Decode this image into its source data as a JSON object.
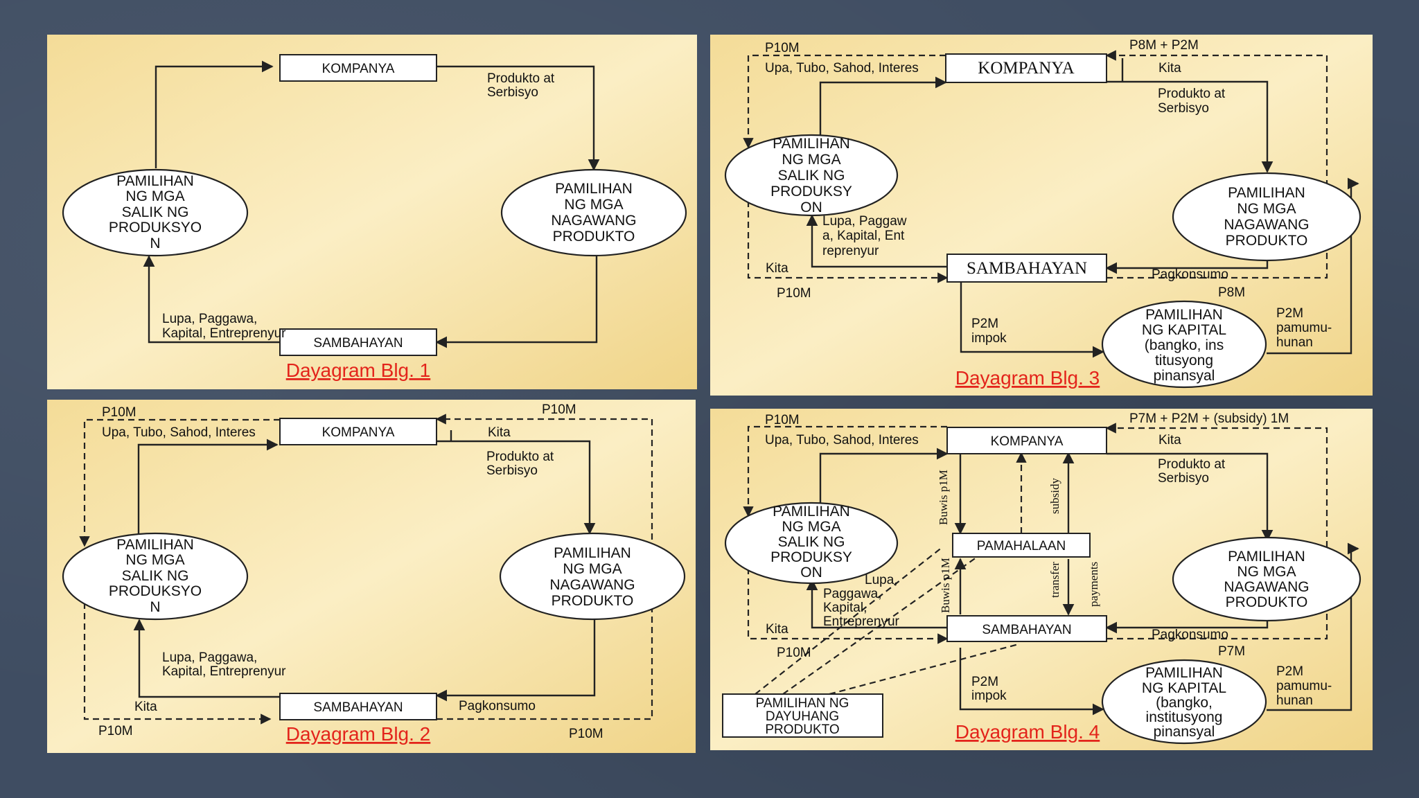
{
  "diagrams": [
    {
      "title": "Dayagram Blg. 1",
      "company": "KOMPANYA",
      "household": "SAMBAHAYAN",
      "factor_market": [
        "PAMILIHAN",
        "NG MGA",
        "SALIK NG",
        "PRODUKSYO",
        "N"
      ],
      "product_market": [
        "PAMILIHAN",
        "NG MGA",
        "NAGAWANG",
        "PRODUKTO"
      ],
      "goods_label": [
        "Produkto at",
        "Serbisyo"
      ],
      "factors_label": [
        "Lupa, Paggawa,",
        "Kapital, Entreprenyur"
      ]
    },
    {
      "title": "Dayagram Blg. 2",
      "company": "KOMPANYA",
      "household": "SAMBAHAYAN",
      "factor_market": [
        "PAMILIHAN",
        "NG MGA",
        "SALIK NG",
        "PRODUKSYO",
        "N"
      ],
      "product_market": [
        "PAMILIHAN",
        "NG MGA",
        "NAGAWANG",
        "PRODUKTO"
      ],
      "goods_label": [
        "Produkto at",
        "Serbisyo"
      ],
      "factors_label": [
        "Lupa, Paggawa,",
        "Kapital, Entreprenyur"
      ],
      "income_firm_label": "Upa, Tubo, Sahod, Interes",
      "kita_top": "Kita",
      "kita_bottom": "Kita",
      "consumption_label": "Pagkonsumo",
      "p_top_left": "P10M",
      "p_top_right": "P10M",
      "p_bottom_left": "P10M",
      "p_bottom_right": "P10M"
    },
    {
      "title": "Dayagram Blg. 3",
      "company": "KOMPANYA",
      "household": "SAMBAHAYAN",
      "factor_market": [
        "PAMILIHAN",
        "NG MGA",
        "SALIK NG",
        "PRODUKSY",
        "ON"
      ],
      "product_market": [
        "PAMILIHAN",
        "NG MGA",
        "NAGAWANG",
        "PRODUKTO"
      ],
      "capital_market": [
        "PAMILIHAN",
        "NG KAPITAL",
        "(bangko, ins",
        "titusyong",
        "pinansyal"
      ],
      "goods_label": [
        "Produkto at",
        "Serbisyo"
      ],
      "factors_label": [
        "Lupa, Paggaw",
        "a, Kapital, Ent",
        "reprenyur"
      ],
      "income_firm_label": "Upa, Tubo, Sahod, Interes",
      "kita_top": "Kita",
      "kita_bottom": "Kita",
      "consumption_label": "Pagkonsumo",
      "p_top_left": "P10M",
      "p_top_right": "P8M + P2M",
      "p_bottom_left": "P10M",
      "p_bottom_right": "P8M",
      "savings_label": [
        "P2M",
        "impok"
      ],
      "investment_label": [
        "P2M",
        "pamumu-",
        "hunan"
      ]
    },
    {
      "title": "Dayagram Blg. 4",
      "company": "KOMPANYA",
      "household": "SAMBAHAYAN",
      "government": "PAMAHALAAN",
      "factor_market": [
        "PAMILIHAN",
        "NG MGA",
        "SALIK NG",
        "PRODUKSY",
        "ON"
      ],
      "product_market": [
        "PAMILIHAN",
        "NG MGA",
        "NAGAWANG",
        "PRODUKTO"
      ],
      "capital_market": [
        "PAMILIHAN",
        "NG KAPITAL",
        "(bangko,",
        "institusyong",
        "pinansyal"
      ],
      "foreign_market": [
        "PAMILIHAN NG",
        "DAYUHANG",
        "PRODUKTO"
      ],
      "goods_label": [
        "Produkto at",
        "Serbisyo"
      ],
      "factors_label": [
        "Lupa,",
        "Paggawa,",
        "Kapital,",
        "Entreprenyur"
      ],
      "income_firm_label": "Upa, Tubo, Sahod, Interes",
      "kita_top": "Kita",
      "kita_bottom": "Kita",
      "consumption_label": "Pagkonsumo",
      "p_top_left": "P10M",
      "p_top_right": "P7M + P2M + (subsidy) 1M",
      "p_bottom_left": "P10M",
      "p_bottom_right": "P7M",
      "savings_label": [
        "P2M",
        "impok"
      ],
      "investment_label": [
        "P2M",
        "pamumu-",
        "hunan"
      ],
      "tax_firm": "Buwis p1M",
      "tax_household": "Buwis p1M",
      "subsidy": "subsidy",
      "transfer": "transfer",
      "payments": "payments"
    }
  ]
}
